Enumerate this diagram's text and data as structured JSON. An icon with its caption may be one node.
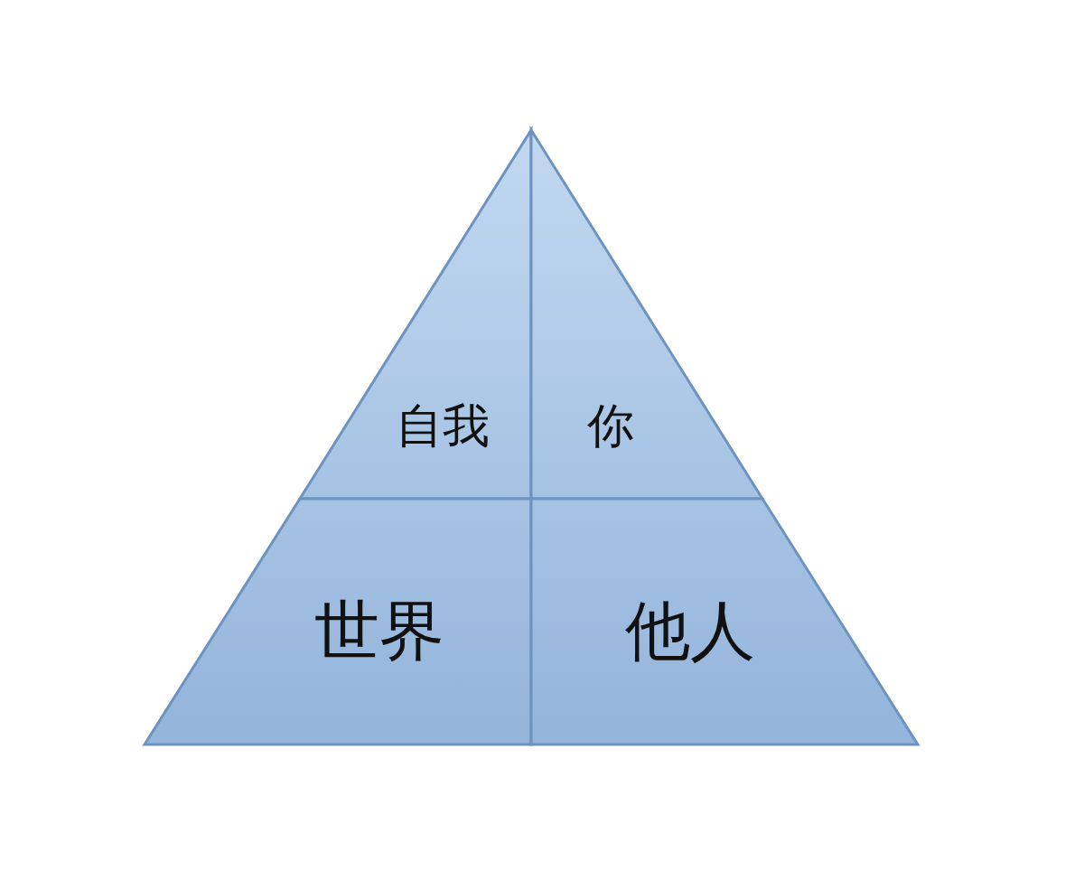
{
  "diagram": {
    "nodes": [
      {
        "text": [
          "自我"
        ]
      },
      {
        "text": [
          "你"
        ]
      },
      {
        "text": [
          "世界"
        ]
      },
      {
        "text": [
          "他人"
        ]
      }
    ]
  }
}
